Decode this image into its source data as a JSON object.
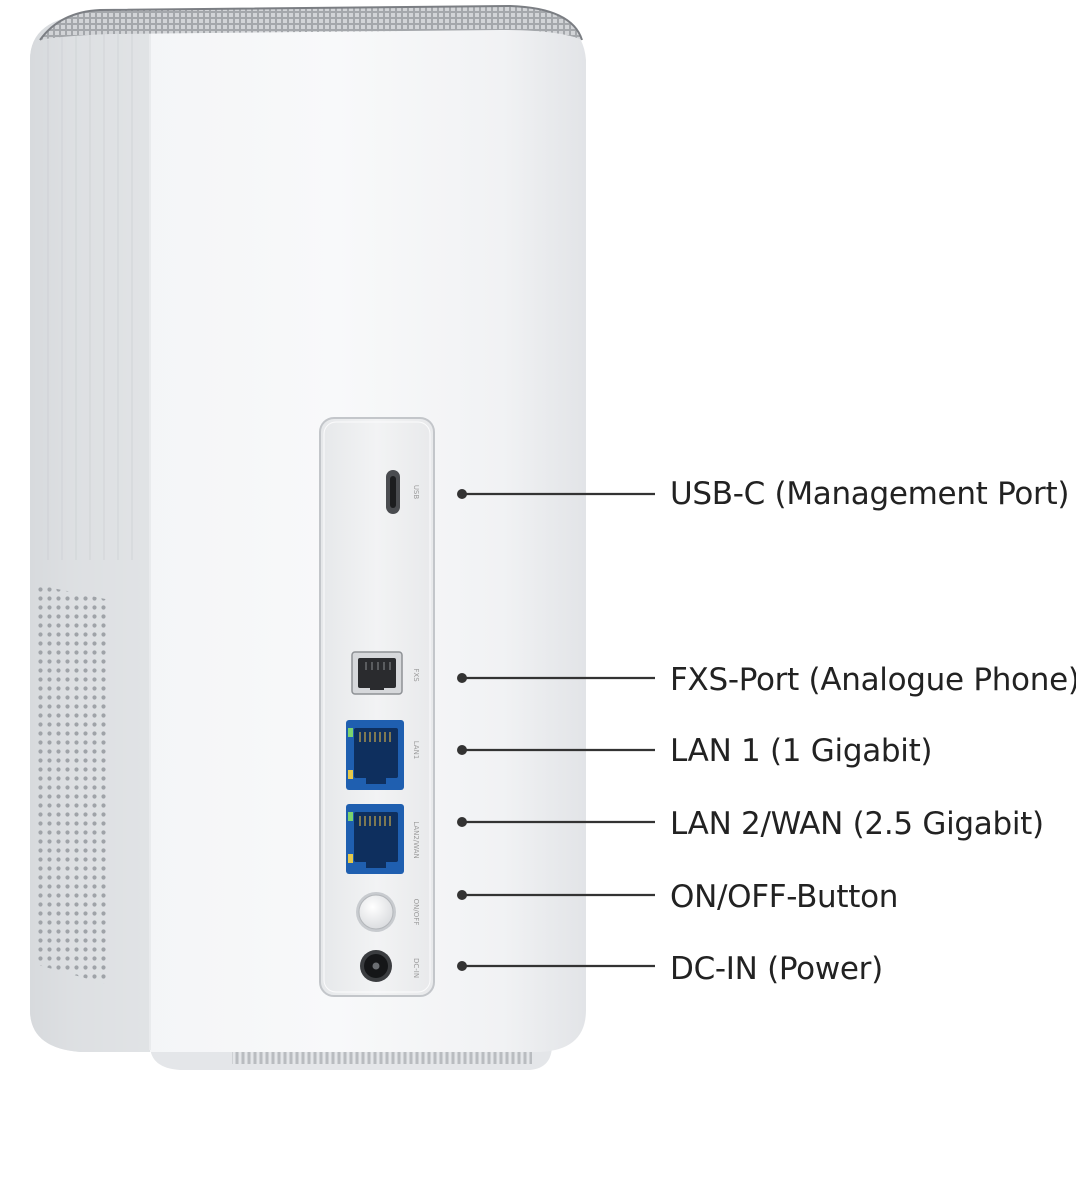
{
  "device": {
    "port_markings": {
      "usb": "USB",
      "fxs": "FXS",
      "lan1": "LAN1",
      "lan2wan": "LAN2/WAN",
      "onoff": "ON/OFF",
      "dcin": "DC-IN"
    }
  },
  "callouts": [
    {
      "label": "USB-C (Management Port)"
    },
    {
      "label": "FXS-Port (Analogue Phone)"
    },
    {
      "label": "LAN 1 (1 Gigabit)"
    },
    {
      "label": "LAN 2/WAN (2.5 Gigabit)"
    },
    {
      "label": "ON/OFF-Button"
    },
    {
      "label": "DC-IN (Power)"
    }
  ],
  "colors": {
    "port_blue": "#1f5fb0",
    "leader_line": "#333333",
    "label_text": "#222222"
  }
}
